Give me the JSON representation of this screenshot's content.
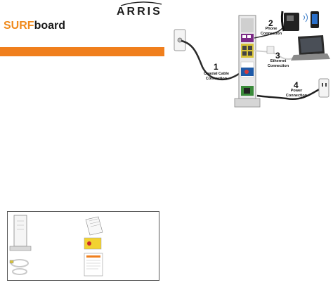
{
  "brand": {
    "arris": "ARRIS",
    "surf_part1": "SURF",
    "surf_part2": "board",
    "accent_color": "#f07f1d"
  },
  "diagram": {
    "labels": [
      {
        "num": "1",
        "line1": "Coaxial Cable",
        "line2": "Connection"
      },
      {
        "num": "2",
        "line1": "Phone",
        "line2": "Connection"
      },
      {
        "num": "3",
        "line1": "Ethernet",
        "line2": "Connection"
      },
      {
        "num": "4",
        "line1": "Power",
        "line2": "Connection"
      }
    ]
  },
  "package_contents": {
    "items": [
      "cable-modem",
      "quick-start-guide",
      "sticker",
      "ethernet-cable",
      "warranty-sheet"
    ]
  }
}
